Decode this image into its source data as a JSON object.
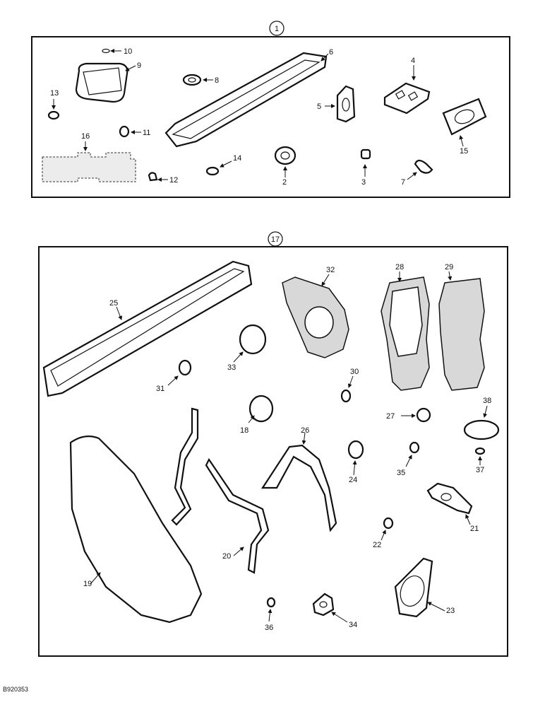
{
  "kits": [
    {
      "number": "1"
    },
    {
      "number": "17"
    }
  ],
  "callouts": [
    "10",
    "9",
    "8",
    "6",
    "4",
    "13",
    "5",
    "11",
    "16",
    "15",
    "14",
    "12",
    "2",
    "3",
    "7",
    "25",
    "32",
    "28",
    "29",
    "33",
    "31",
    "30",
    "18",
    "27",
    "38",
    "26",
    "24",
    "35",
    "37",
    "19",
    "20",
    "21",
    "22",
    "23",
    "36",
    "34"
  ],
  "drawing_code": "B920353"
}
